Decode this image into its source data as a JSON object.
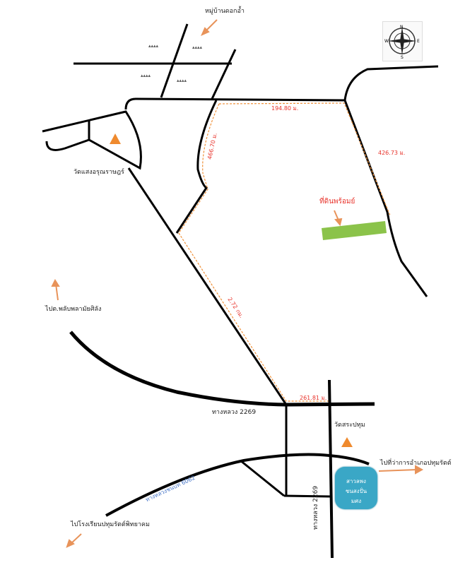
{
  "labels": {
    "village": "หมู่บ้านดอกอ้ำ",
    "temple_north": "วัดแสงอรุณราษฎร์",
    "temple_south": "วัดสระปทุม",
    "to_phakhmoon": "ไปต.พลับพลามัยศิลัง",
    "to_school": "ไปโรงเรียนปทุมรัตต์พิทยาคม",
    "to_district_office": "ไปที่ว่าการอำเภอปทุมรัตต์",
    "highway_main": "ทางหลวง 2269",
    "highway_vertical": "ทางหลวง 2269",
    "rural_road": "ทางหลวงชนบท 6062",
    "site": "ที่ดินพร้อมย์"
  },
  "measurements": {
    "top_edge": "194.80 ม.",
    "left_edge": "466.70 ม.",
    "right_edge": "426.73 ม.",
    "diagonal": "2.72 กม.",
    "bottom_segment": "261.81 ม."
  },
  "pond": {
    "line1": "สาวลพง",
    "line2": "ชนสงปั่น",
    "line3": "มศง"
  },
  "compass": {
    "n": "N",
    "s": "S",
    "e": "E",
    "w": "W"
  },
  "colors": {
    "road": "#000000",
    "boundary": "#f0913a",
    "arrow": "#e8935a",
    "temple": "#ef8a2e",
    "site": "#8bc34a",
    "pond": "#3aa7c6",
    "red_text": "#e8322a",
    "blue_text": "#4a78c9"
  }
}
